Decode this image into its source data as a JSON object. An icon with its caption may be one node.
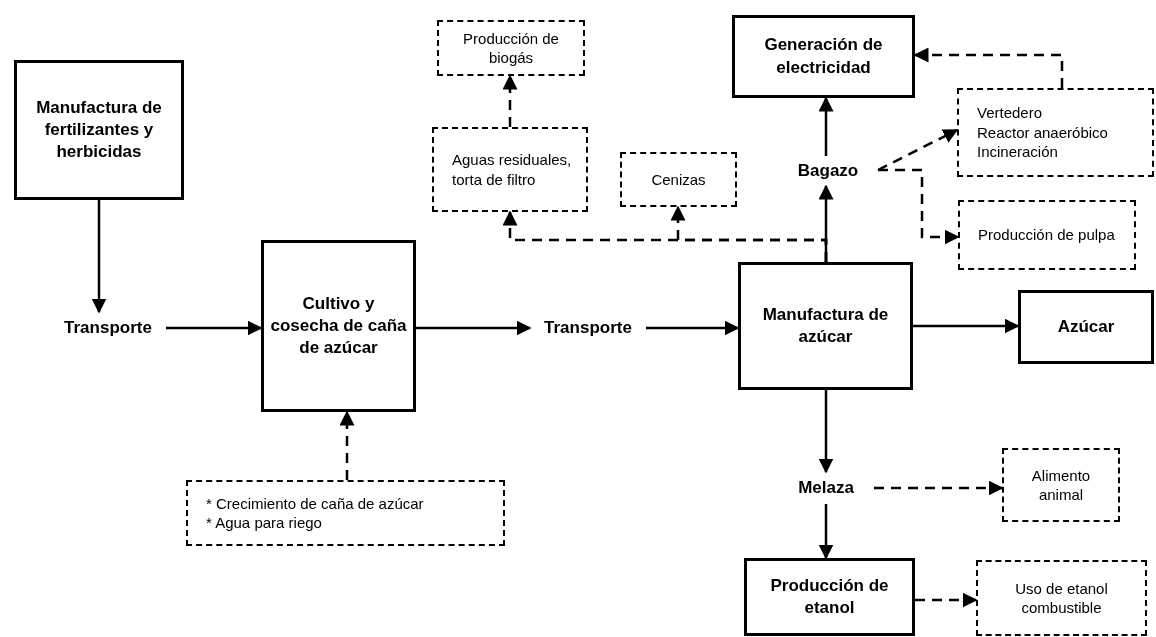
{
  "diagram": {
    "nodes": [
      {
        "text": [
          "Manufactura de fertilizantes y herbicidas"
        ]
      },
      {
        "text": [
          "Transporte"
        ]
      },
      {
        "text": [
          "Cultivo y cosecha de caña de azúcar"
        ]
      },
      {
        "text": [
          "* Crecimiento de caña de azúcar",
          "* Agua para riego"
        ]
      },
      {
        "text": [
          "Transporte"
        ]
      },
      {
        "text": [
          "Manufactura de azúcar"
        ]
      },
      {
        "text": [
          "Azúcar"
        ]
      },
      {
        "text": [
          "Aguas residuales, torta de filtro"
        ]
      },
      {
        "text": [
          "Producción de biogás"
        ]
      },
      {
        "text": [
          "Cenizas"
        ]
      },
      {
        "text": [
          "Generación de electricidad"
        ]
      },
      {
        "text": [
          "Bagazo"
        ]
      },
      {
        "text": [
          "Vertedero",
          "Reactor anaeróbico",
          "Incineración"
        ]
      },
      {
        "text": [
          "Producción de pulpa"
        ]
      },
      {
        "text": [
          "Melaza"
        ]
      },
      {
        "text": [
          "Alimento animal"
        ]
      },
      {
        "text": [
          "Producción de etanol"
        ]
      },
      {
        "text": [
          "Uso de etanol combustible"
        ]
      }
    ],
    "edges": [
      {
        "from": 0,
        "to": 1,
        "arrow": "to"
      },
      {
        "from": 1,
        "to": 2,
        "arrow": "to"
      },
      {
        "from": 2,
        "to": 4,
        "arrow": "to"
      },
      {
        "from": 4,
        "to": 5,
        "arrow": "to"
      },
      {
        "from": 5,
        "to": 6,
        "arrow": "to"
      },
      {
        "from": 3,
        "to": 2,
        "arrow": "to",
        "style": "dashed"
      },
      {
        "from": 5,
        "to": 11,
        "arrow": "to"
      },
      {
        "from": 5,
        "to": 7,
        "arrow": "to",
        "style": "dashed"
      },
      {
        "from": 5,
        "to": 9,
        "arrow": "to",
        "style": "dashed"
      },
      {
        "from": 7,
        "to": 8,
        "arrow": "to",
        "style": "dashed"
      },
      {
        "from": 11,
        "to": 10,
        "arrow": "to"
      },
      {
        "from": 11,
        "to": 12,
        "arrow": "to",
        "style": "dashed"
      },
      {
        "from": 11,
        "to": 13,
        "arrow": "to",
        "style": "dashed"
      },
      {
        "from": 12,
        "to": 10,
        "arrow": "to",
        "style": "dashed"
      },
      {
        "from": 5,
        "to": 14,
        "arrow": "to"
      },
      {
        "from": 14,
        "to": 15,
        "arrow": "to",
        "style": "dashed"
      },
      {
        "from": 14,
        "to": 16,
        "arrow": "to"
      },
      {
        "from": 16,
        "to": 17,
        "arrow": "to",
        "style": "dashed"
      }
    ]
  }
}
